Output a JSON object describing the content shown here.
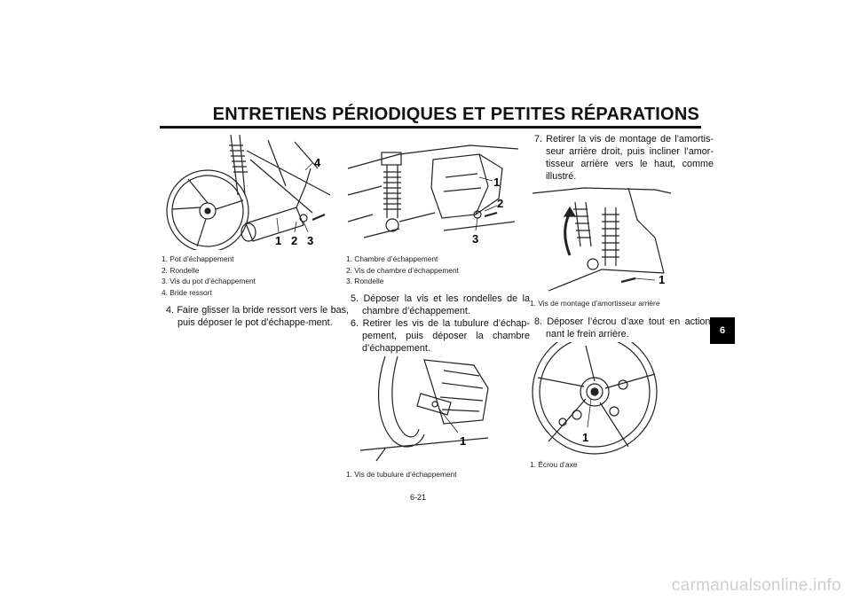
{
  "header": {
    "title": "ENTRETIENS PÉRIODIQUES ET PETITES RÉPARATIONS"
  },
  "figures": {
    "exhaust_pipe": {
      "callouts": [
        "1",
        "2",
        "3",
        "4"
      ],
      "caption": [
        "1. Pot d’échappement",
        "2. Rondelle",
        "3. Vis du pot d’échappement",
        "4. Bride ressort"
      ]
    },
    "exhaust_chamber": {
      "callouts": [
        "1",
        "2",
        "3"
      ],
      "caption": [
        "1. Chambre d’échappement",
        "2. Vis de chambre d’échappement",
        "3. Rondelle"
      ]
    },
    "exhaust_tube_bolt": {
      "callouts": [
        "1"
      ],
      "caption": [
        "1. Vis de tubulure d’échappement"
      ]
    },
    "shock_absorber": {
      "callouts": [
        "1"
      ],
      "caption": [
        "1. Vis de montage d’amortisseur arrière"
      ]
    },
    "axle_nut": {
      "callouts": [
        "1"
      ],
      "caption": [
        "1. Écrou d’axe"
      ]
    }
  },
  "steps": [
    "4. Faire glisser la bride ressort vers le bas, puis déposer le pot d’échappe-ment.",
    "5. Déposer la vis et les rondelles de la chambre d’échappement.",
    "6. Retirer les vis de la tubulure d’échap-pement, puis déposer la chambre d’échappement.",
    "7. Retirer la vis de montage de l’amortis-seur arrière droit, puis incliner l’amor-tisseur arrière vers le haut, comme illustré.",
    "8. Déposer l’écrou d’axe tout en action-nant le frein arrière."
  ],
  "page_number": "6-21",
  "chapter_tab": "6",
  "watermark": "carmanualsonline.info"
}
